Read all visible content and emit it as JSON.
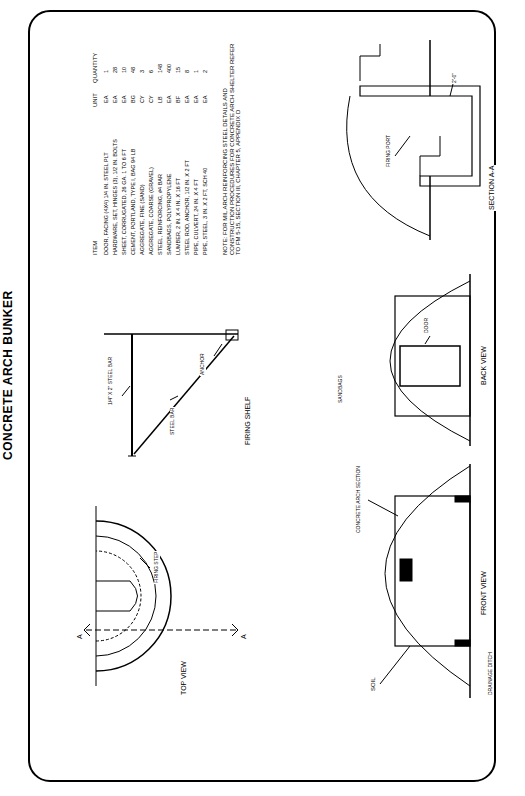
{
  "diagram": {
    "title": "CONCRETE ARCH BUNKER",
    "labels": [
      "TOP VIEW",
      "A",
      "A",
      "FIRING STEP",
      "1/4\" X 2\" STEEL BAR",
      "STEEL BAR",
      "ANCHOR",
      "FIRING SHELF",
      "FRONT VIEW",
      "SOIL",
      "CONCRETE ARCH SECTION",
      "DRAINAGE DITCH",
      "BACK VIEW",
      "SANDBAGS",
      "DOOR",
      "SECTION A-A",
      "FIRING PORT",
      "2'-0\"",
      "ITEM",
      "UNIT",
      "QUANTITY",
      "DOOR, FACING (4X4) 1/4 IN. STEEL PLT",
      "EA",
      "1",
      "HARDWARE, SET, HINGES (3), 1/2 IN. BOLTS",
      "EA",
      "28",
      "SHEET, CORRUGATED, 26 GA. 1 TO 6 FT",
      "EA",
      "10",
      "CEMENT, PORTLAND, TYPE I, BAG 94 LB",
      "BG",
      "48",
      "AGGREGATE, FINE (SAND)",
      "CY",
      "3",
      "AGGREGATE, COARSE (GRAVEL)",
      "CY",
      "6",
      "STEEL, REINFORCING, #4 BAR",
      "LB",
      "148",
      "SANDBAGS, POLYPROPYLENE",
      "EA",
      "400",
      "LUMBER, 2 IN. X 4 IN. X 16 FT",
      "BF",
      "15",
      "STEEL ROD, ANCHOR, 1/2 IN. X 2 FT",
      "EA",
      "8",
      "PIPE, CULVERT, 24 IN. X 4 FT",
      "EA",
      "1",
      "PIPE, STEEL, 3 IN. X 2 FT, SCH 40",
      "EA",
      "2",
      "NOTE: FOR MIL ARCH REINFORCING STEEL DETAILS AND CONSTRUCTION PROCEDURES FOR CONCRETE ARCH SHELTER REFER TO FM 5-15, SECTION III, CHAPTER 5, APPENDIX D"
    ]
  }
}
